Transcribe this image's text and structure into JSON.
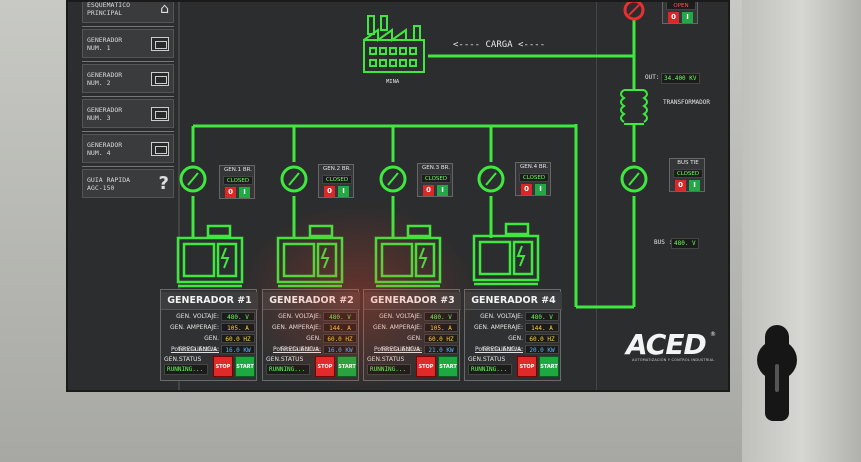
{
  "sidebar": {
    "items": [
      {
        "label": "ESQUEMÁTICO\nPRINCIPAL",
        "icon": "home-icon"
      },
      {
        "label": "GENERADOR\nNUM. 1",
        "icon": "generator-icon"
      },
      {
        "label": "GENERADOR\nNUM. 2",
        "icon": "generator-icon"
      },
      {
        "label": "GENERADOR\nNUM. 3",
        "icon": "generator-icon"
      },
      {
        "label": "GENERADOR\nNUM. 4",
        "icon": "generator-icon"
      },
      {
        "label": "GUIA RAPIDA\nAGC-150",
        "icon": "help-icon"
      }
    ]
  },
  "diagram": {
    "load_label": "<---- CARGA <----",
    "mine_label": "MINA",
    "out_label": "OUT:",
    "out_value": "34.400 KV",
    "transformer_label": "TRANSFORMADOR",
    "bus_label": "BUS :",
    "bus_value": "480. V"
  },
  "main_breaker": {
    "state": "OPEN",
    "off": "0",
    "on": "I"
  },
  "bus_tie": {
    "label": "BUS TIE",
    "state": "CLOSED",
    "off": "0",
    "on": "I"
  },
  "breakers": [
    {
      "label": "GEN.1 BR.",
      "state": "CLOSED",
      "off": "0",
      "on": "I"
    },
    {
      "label": "GEN.2 BR.",
      "state": "CLOSED",
      "off": "0",
      "on": "I"
    },
    {
      "label": "GEN.3 BR.",
      "state": "CLOSED",
      "off": "0",
      "on": "I"
    },
    {
      "label": "GEN.4 BR.",
      "state": "CLOSED",
      "off": "0",
      "on": "I"
    }
  ],
  "generator_labels": {
    "voltage": "GEN. VOLTAJE:",
    "current": "GEN. AMPERAJE:",
    "frequency": "GEN. FRECUENCIA:",
    "power": "Potencia Activa:",
    "status": "GEN.STATUS",
    "stop": "STOP",
    "start": "START"
  },
  "generators": [
    {
      "title": "GENERADOR #1",
      "voltage": "480. V",
      "current": "105. A",
      "frequency": "60.0 HZ",
      "power": "16.0 KW",
      "status": "RUNNING..."
    },
    {
      "title": "GENERADOR #2",
      "voltage": "480. V",
      "current": "144. A",
      "frequency": "60.0 HZ",
      "power": "16.0 KW",
      "status": "RUNNING..."
    },
    {
      "title": "GENERADOR #3",
      "voltage": "480. V",
      "current": "105. A",
      "frequency": "60.0 HZ",
      "power": "21.0 KW",
      "status": "RUNNING..."
    },
    {
      "title": "GENERADOR #4",
      "voltage": "480. V",
      "current": "144. A",
      "frequency": "60.0 HZ",
      "power": "20.0 KW",
      "status": "RUNNING..."
    }
  ],
  "brand": {
    "name": "ACED",
    "reg": "®",
    "tagline": "AUTOMATIZACIÓN Y CONTROL INDUSTRIAL"
  },
  "colors": {
    "line": "#3ee83e",
    "running": "#6aff5a",
    "stop": "#e02a2a",
    "start": "#1ea840"
  }
}
